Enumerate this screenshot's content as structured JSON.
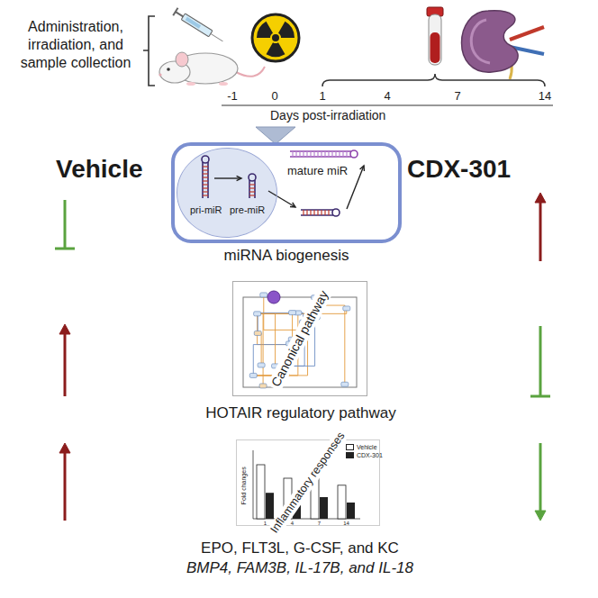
{
  "diagram": {
    "nodes": [
      {
        "text": [
          "mature miR",
          "miRNA biogenesis"
        ]
      },
      {
        "text": [
          "pri-miR",
          "pre-miR"
        ],
        "in": 0
      },
      {
        "text": [
          "Canonical pathway",
          "HOTAIR regulatory pathway"
        ]
      },
      {
        "text": [
          "Inflammatory responses"
        ]
      }
    ],
    "labels": [
      "Administration, irradiation, and sample collection",
      "-1",
      "0",
      "1",
      "4",
      "7",
      "14",
      "Days post-irradiation",
      "Vehicle",
      "CDX-301",
      "EPO, FLT3L, G-CSF, and KC",
      "BMP4, FAM3B, IL-17B, and IL-18",
      "Fold changes",
      "1",
      "4",
      "7",
      "14"
    ],
    "legend": [
      {
        "text": "Vehicle",
        "color": "#ffffff"
      },
      {
        "text": "CDX-301",
        "color": "#222222"
      }
    ]
  }
}
